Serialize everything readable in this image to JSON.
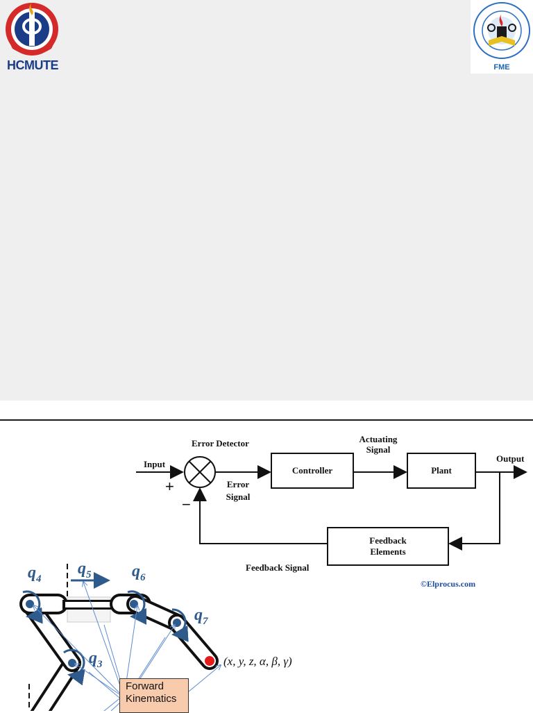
{
  "header": {
    "left_logo_text": "HCMUTE",
    "right_logo_text": "FME"
  },
  "control_diagram": {
    "input_label": "Input",
    "plus_sign": "+",
    "minus_sign": "−",
    "error_detector_label": "Error Detector",
    "error_signal_label": [
      "Error",
      "Signal"
    ],
    "controller_label": "Controller",
    "actuating_signal_label": [
      "Actuating",
      "Signal"
    ],
    "plant_label": "Plant",
    "output_label": "Output",
    "feedback_elements_label": [
      "Feedback",
      "Elements"
    ],
    "feedback_signal_label": "Feedback Signal",
    "credit": "©Elprocus.com"
  },
  "robot_diagram": {
    "joints": {
      "q3": "q",
      "q4": "q",
      "q5": "q",
      "q6": "q",
      "q7": "q"
    },
    "joint_subscripts": [
      "3",
      "4",
      "5",
      "6",
      "7"
    ],
    "pose_label": "(x, y, z, α, β, γ)",
    "forward_kinematics_label": [
      "Forward",
      "Kinematics"
    ]
  }
}
